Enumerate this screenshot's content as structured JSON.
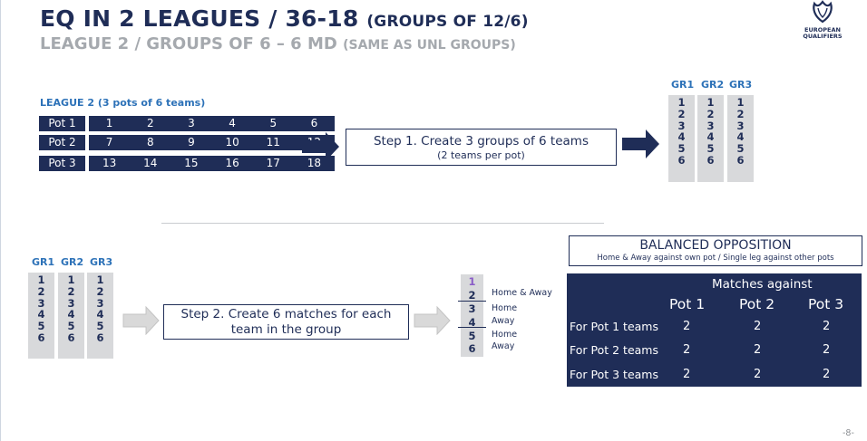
{
  "header": {
    "title_main": "EQ IN 2 LEAGUES / 36-18",
    "title_paren": "(GROUPS OF 12/6)",
    "subtitle_main": "LEAGUE 2 / GROUPS OF 6 – 6 MD",
    "subtitle_paren": "(SAME AS UNL GROUPS)"
  },
  "logo": {
    "line1": "EUROPEAN",
    "line2": "QUALIFIERS"
  },
  "league": {
    "label": "LEAGUE 2 (3 pots of 6 teams)",
    "pots": [
      {
        "label": "Pot 1",
        "teams": [
          "1",
          "2",
          "3",
          "4",
          "5",
          "6"
        ]
      },
      {
        "label": "Pot 2",
        "teams": [
          "7",
          "8",
          "9",
          "10",
          "11",
          "12"
        ]
      },
      {
        "label": "Pot 3",
        "teams": [
          "13",
          "14",
          "15",
          "16",
          "17",
          "18"
        ]
      }
    ]
  },
  "step1": {
    "line1": "Step 1. Create 3 groups of 6 teams",
    "line2": "(2 teams per pot)"
  },
  "groups_top": {
    "headers": [
      "GR1",
      "GR2",
      "GR3"
    ],
    "numbers": [
      "1",
      "2",
      "3",
      "4",
      "5",
      "6"
    ]
  },
  "groups_bottom": {
    "headers": [
      "GR1",
      "GR2",
      "GR3"
    ],
    "numbers": [
      "1",
      "2",
      "3",
      "4",
      "5",
      "6"
    ]
  },
  "step2": {
    "text": "Step 2. Create 6 matches for each team in the group"
  },
  "matches": {
    "numbers": [
      "1",
      "2",
      "3",
      "4",
      "5",
      "6"
    ],
    "labels": [
      "Home & Away",
      "Home",
      "Away",
      "Home",
      "Away"
    ]
  },
  "balanced": {
    "title": "BALANCED OPPOSITION",
    "subtitle": "Home & Away against own pot / Single leg against other pots",
    "header": "Matches against",
    "columns": [
      "Pot 1",
      "Pot 2",
      "Pot 3"
    ],
    "rows": [
      {
        "label": "For Pot 1 teams",
        "values": [
          "2",
          "2",
          "2"
        ]
      },
      {
        "label": "For Pot 2 teams",
        "values": [
          "2",
          "2",
          "2"
        ]
      },
      {
        "label": "For Pot 3 teams",
        "values": [
          "2",
          "2",
          "2"
        ]
      }
    ]
  },
  "colors": {
    "navy": "#1f2d57",
    "blue_label": "#2d72b8",
    "grey_cell": "#d8d9db",
    "grey_arrow": "#d9d9d9",
    "purple": "#8a5cc7"
  },
  "page_number": "-8-"
}
